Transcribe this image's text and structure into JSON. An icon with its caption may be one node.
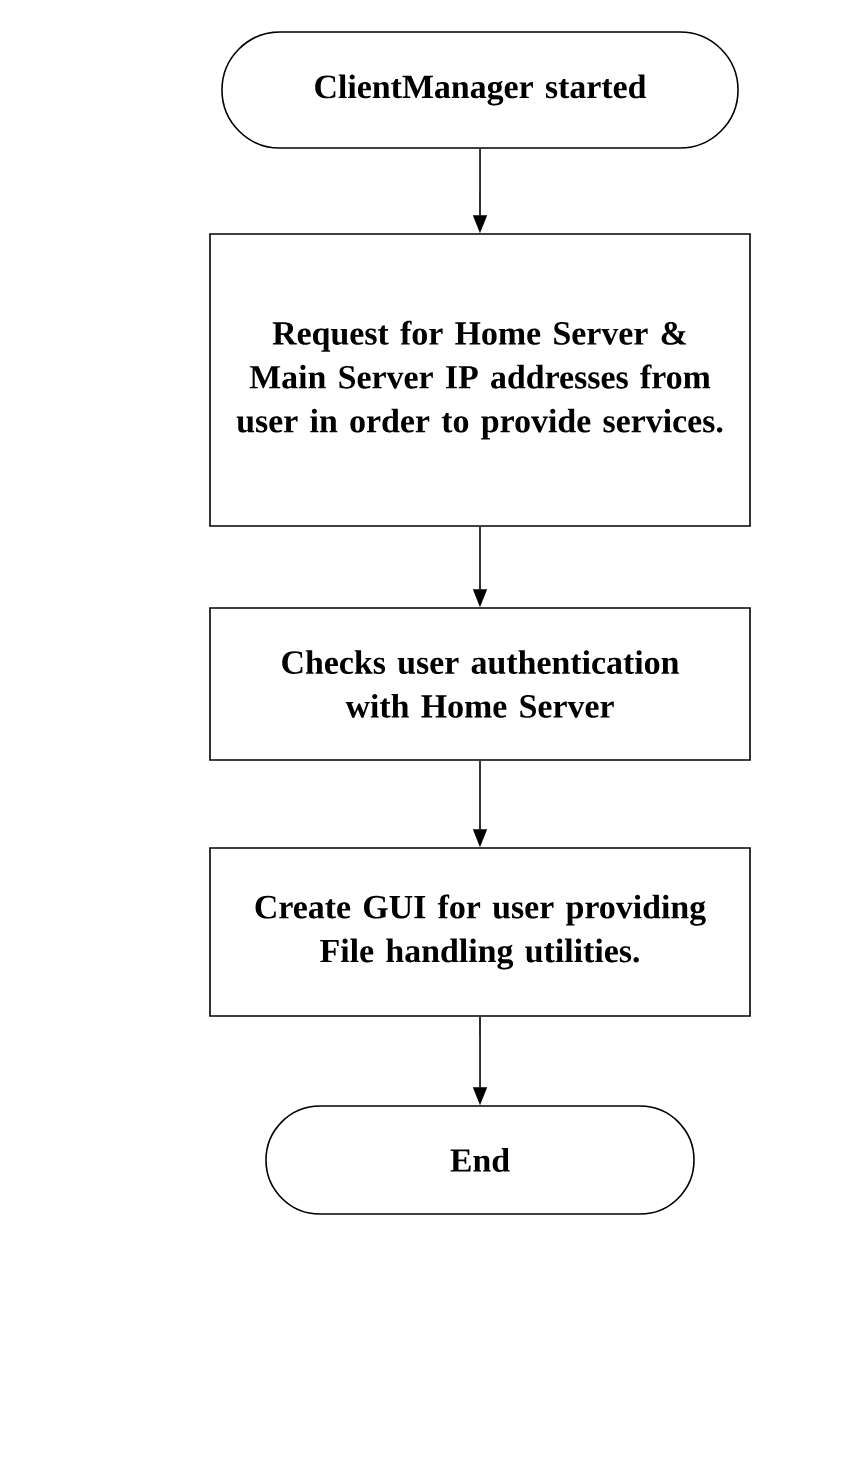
{
  "diagram": {
    "nodes": [
      {
        "text": [
          "ClientManager started"
        ]
      },
      {
        "text": [
          "Request for Home Server & Main Server IP addresses from user in order to provide services."
        ]
      },
      {
        "text": [
          "Checks user authentication with Home Server"
        ]
      },
      {
        "text": [
          "Create GUI for user providing File handling utilities."
        ]
      },
      {
        "text": [
          "End"
        ]
      }
    ],
    "edges": [
      {
        "from": 0,
        "to": 1,
        "arrow": "to"
      },
      {
        "from": 1,
        "to": 2,
        "arrow": "to"
      },
      {
        "from": 2,
        "to": 3,
        "arrow": "to"
      },
      {
        "from": 3,
        "to": 4,
        "arrow": "to"
      }
    ]
  }
}
